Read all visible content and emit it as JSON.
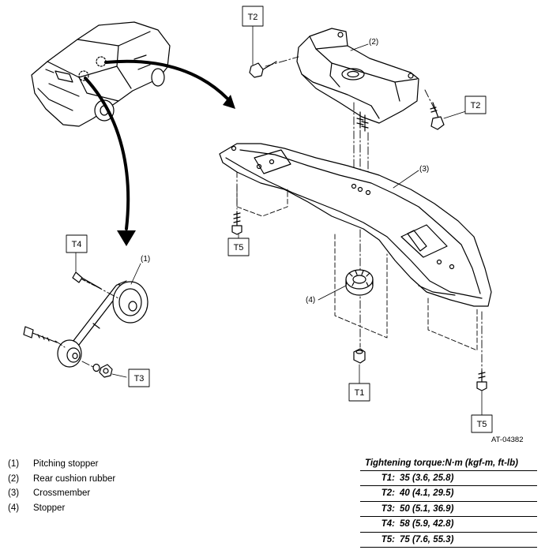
{
  "figure": {
    "id": "AT-04382",
    "callouts": {
      "c1": "(1)",
      "c2": "(2)",
      "c3": "(3)",
      "c4": "(4)"
    },
    "torque_tags": {
      "t1": "T1",
      "t2a": "T2",
      "t2b": "T2",
      "t3": "T3",
      "t4": "T4",
      "t5a": "T5",
      "t5b": "T5"
    }
  },
  "legend": [
    {
      "num": "(1)",
      "text": "Pitching stopper"
    },
    {
      "num": "(2)",
      "text": "Rear cushion rubber"
    },
    {
      "num": "(3)",
      "text": "Crossmember"
    },
    {
      "num": "(4)",
      "text": "Stopper"
    }
  ],
  "torque": {
    "title": "Tightening torque:N·m (kgf-m, ft-lb)",
    "rows": [
      {
        "key": "T1:",
        "value": "35 (3.6, 25.8)"
      },
      {
        "key": "T2:",
        "value": "40 (4.1, 29.5)"
      },
      {
        "key": "T3:",
        "value": "50 (5.1, 36.9)"
      },
      {
        "key": "T4:",
        "value": "58 (5.9, 42.8)"
      },
      {
        "key": "T5:",
        "value": "75 (7.6, 55.3)"
      }
    ]
  }
}
